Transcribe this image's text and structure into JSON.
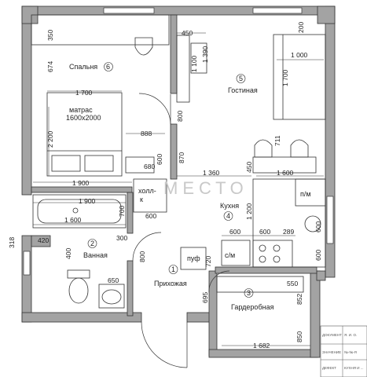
{
  "rooms": {
    "bedroom": "Спальня",
    "bedroom_no": "6",
    "living": "Гостиная",
    "living_no": "5",
    "kitchen": "Кухня",
    "kitchen_no": "4",
    "wardrobe": "Гардеробная",
    "wardrobe_no": "3",
    "bathroom": "Ванная",
    "bathroom_no": "2",
    "hall": "Прихожая",
    "hall_no": "1"
  },
  "furniture": {
    "mattress": "матрас",
    "mattress_size": "1600х2000",
    "fridge": "холл-",
    "fridge2": "к",
    "dishwasher": "п/м",
    "washer": "с/м",
    "boiler": "пуф"
  },
  "dimensions": {
    "d350": "350",
    "d674": "674",
    "d1700_bed": "1 700",
    "d2200": "2 200",
    "d1900_top": "1 900",
    "d450": "450",
    "d1100": "1 100",
    "d1390": "1 390",
    "d200": "200",
    "d1000": "1 000",
    "d1700_sofa": "1 700",
    "d800_a": "800",
    "d888": "888",
    "d711": "711",
    "d600_a": "600",
    "d680": "680",
    "d870": "870",
    "d1360": "1 360",
    "d450_b": "450",
    "d1600_k": "1 600",
    "d1900_bath": "1 900",
    "d700": "700",
    "d600_b": "600",
    "d1200": "1 200",
    "d1600_bath": "1 600",
    "d600_c": "600",
    "d600_d": "600",
    "d289": "289",
    "d600_e": "600",
    "d318": "318",
    "d420": "420",
    "d300": "300",
    "d400": "400",
    "d800_b": "800",
    "d720": "720",
    "d600_f": "600",
    "d650": "650",
    "d695": "695",
    "d550": "550",
    "d852": "852",
    "d1682": "1 682",
    "d850": "850"
  },
  "watermark": "МЕСТО",
  "stamp": {
    "r1": "ДОКУМЕНТ",
    "r1b": "Я. И. О.",
    "r2": "ЗНАЧЕНИЕ",
    "r2b": "№-№-Я",
    "r3": "ДЕФЕКТ",
    "r3b": "КУХНЯ И ..."
  },
  "colors": {
    "wall": "#a3a3a3",
    "wall_edge": "#333333",
    "line": "#333333"
  }
}
